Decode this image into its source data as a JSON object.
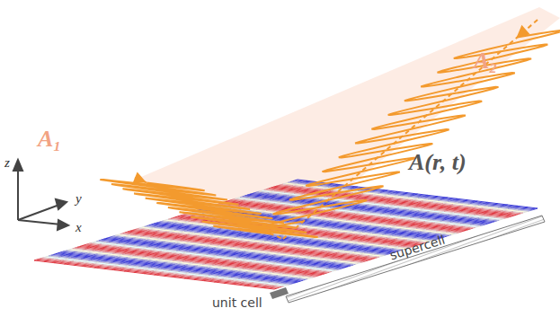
{
  "diagram": {
    "labels": [
      "A₁",
      "A₂",
      "A(r, t)",
      "z",
      "y",
      "x",
      "supercell",
      "unit cell"
    ]
  }
}
